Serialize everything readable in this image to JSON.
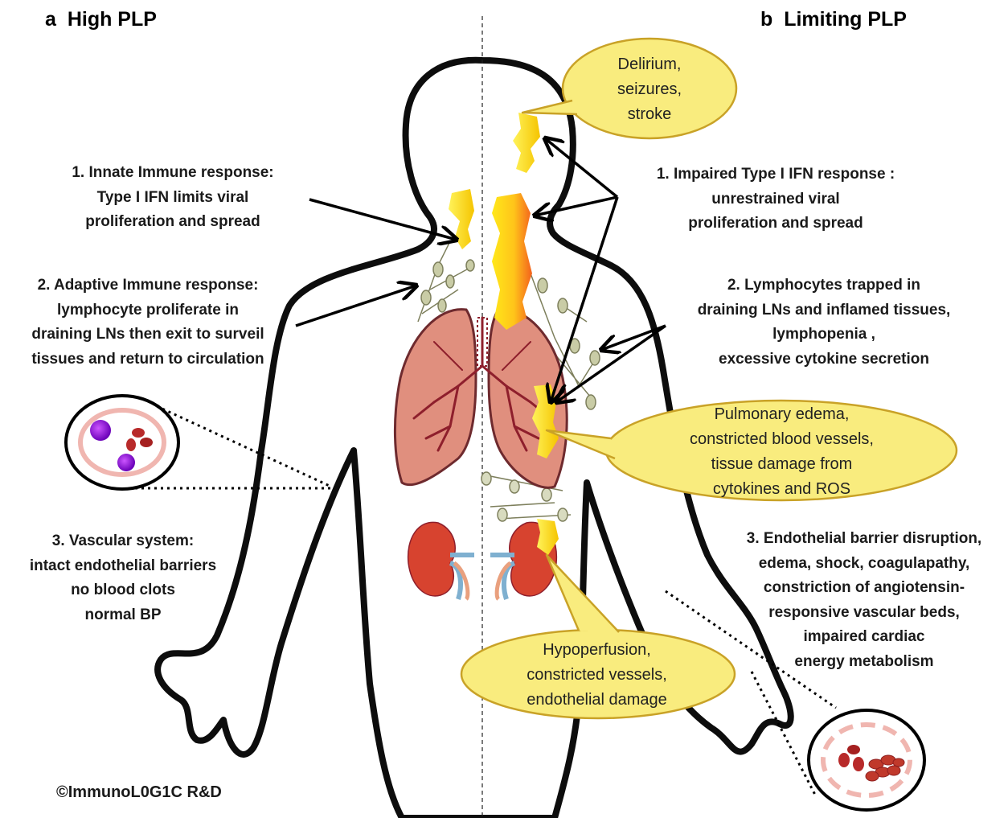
{
  "panels": {
    "left": {
      "letter": "a",
      "title": "High PLP"
    },
    "right": {
      "letter": "b",
      "title": "Limiting PLP"
    }
  },
  "left_notes": {
    "innate": [
      "1. Innate Immune response:",
      "Type I IFN limits viral",
      "proliferation and spread"
    ],
    "adaptive": [
      "2. Adaptive Immune response:",
      "lymphocyte proliferate in",
      "draining LNs then exit to surveil",
      "tissues and return to circulation"
    ],
    "vascular": [
      "3. Vascular system:",
      "intact endothelial barriers",
      "no blood clots",
      "normal BP"
    ]
  },
  "right_notes": {
    "ifn": [
      "1. Impaired Type I IFN response :",
      "unrestrained viral",
      "proliferation and spread"
    ],
    "lymphocytes": [
      "2. Lymphocytes trapped in",
      "draining LNs and  inflamed tissues,",
      "lymphopenia ,",
      "excessive cytokine secretion"
    ],
    "endothelial": [
      "3. Endothelial barrier disruption,",
      "edema, shock, coagulapathy,",
      "constriction of angiotensin-",
      "responsive vascular beds,",
      "impaired cardiac",
      "energy metabolism"
    ]
  },
  "bubbles": {
    "brain": [
      "Delirium,",
      "seizures,",
      "stroke"
    ],
    "lung": [
      "Pulmonary edema,",
      "constricted blood vessels,",
      "tissue damage from",
      "cytokines and ROS"
    ],
    "kidney": [
      "Hypoperfusion,",
      "constricted vessels,",
      "endothelial damage"
    ]
  },
  "copyright": "©ImmunoL0G1C R&D",
  "colors": {
    "bubble_fill": "#f9ec7e",
    "bubble_stroke": "#c9a227",
    "lung_fill": "#e08f7e",
    "lung_stroke": "#6e2a2e",
    "airway": "#8e1f2c",
    "kidney": "#d7432f",
    "virus_yellow": "#ffe81a",
    "virus_orange": "#f5a11c",
    "lymph": "#b9bf9a",
    "outline": "#0d0d0d"
  }
}
